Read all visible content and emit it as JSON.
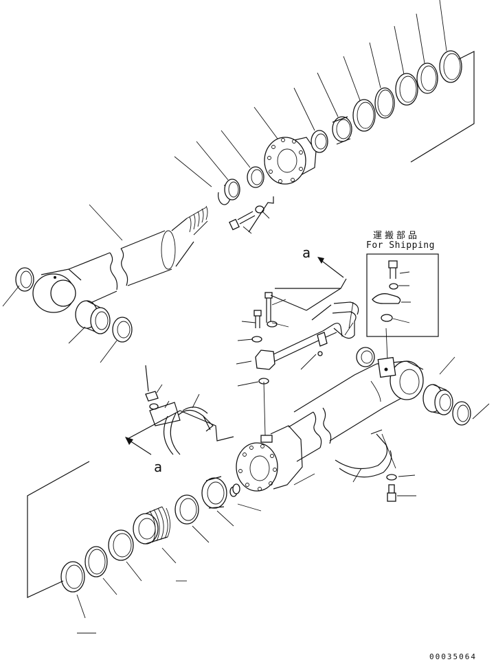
{
  "labels": {
    "shipping_jp": "運搬部品",
    "shipping_en": "For Shipping",
    "view_marker": "a",
    "drawing_number": "00035064"
  }
}
